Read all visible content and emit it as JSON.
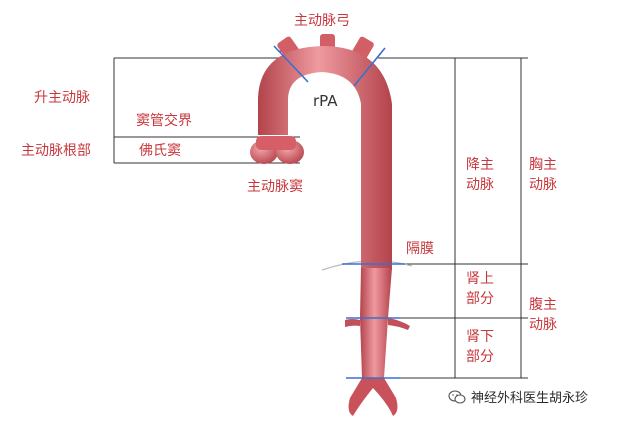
{
  "labels": {
    "aortic_arch": "主动脉弓",
    "ascending_aorta": "升主动脉",
    "sinotubular_junction": "窦管交界",
    "aortic_root": "主动脉根部",
    "valsalva_sinus": "佛氏窦",
    "aortic_sinus": "主动脉窦",
    "rpa": "rPA",
    "descending_aorta_line1": "降主",
    "descending_aorta_line2": "动脉",
    "thoracic_aorta_line1": "胸主",
    "thoracic_aorta_line2": "动脉",
    "diaphragm": "隔膜",
    "suprarenal_line1": "肾上",
    "suprarenal_line2": "部分",
    "abdominal_aorta_line1": "腹主",
    "abdominal_aorta_line2": "动脉",
    "infrarenal_line1": "肾下",
    "infrarenal_line2": "部分"
  },
  "watermark": {
    "text": "神经外科医生胡永珍",
    "icon": "wechat-icon"
  },
  "colors": {
    "label": "#c8373d",
    "vessel_main": "#d9646a",
    "vessel_dark": "#b3434b",
    "vessel_light": "#ef9aa0",
    "boundary_line": "#3a6fd0"
  }
}
